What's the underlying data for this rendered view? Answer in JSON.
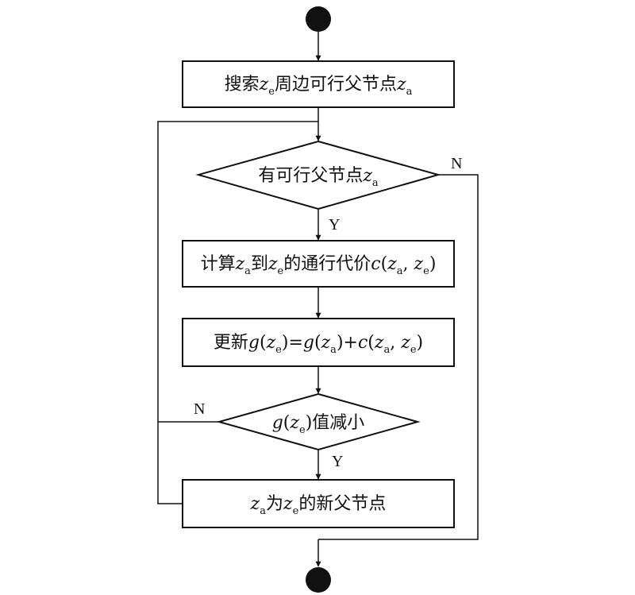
{
  "nodes": {
    "search": {
      "prefix": "搜索",
      "var1": "z",
      "sub1": "e",
      "middle": "周边可行父节点",
      "var2": "z",
      "sub2": "a"
    },
    "has_parent": {
      "prefix": "有可行父节点",
      "var": "z",
      "sub": "a"
    },
    "compute_cost": {
      "prefix": "计算",
      "var1": "z",
      "sub1": "a",
      "to": "到",
      "var2": "z",
      "sub2": "e",
      "middle": "的通行代价",
      "func": "c",
      "open": "(",
      "var3": "z",
      "sub3": "a",
      "comma": ", ",
      "var4": "z",
      "sub4": "e",
      "close": ")"
    },
    "update": {
      "prefix": "更新",
      "g1": "g",
      "open1": "(",
      "var1": "z",
      "sub1": "e",
      "close1": ")=",
      "g2": "g",
      "open2": "(",
      "var2": "z",
      "sub2": "a",
      "close2": ")+",
      "func": "c",
      "open3": "(",
      "var3": "z",
      "sub3": "a",
      "comma": ", ",
      "var4": "z",
      "sub4": "e",
      "close3": ")"
    },
    "decrease": {
      "g": "g",
      "open": "(",
      "var": "z",
      "sub": "e",
      "close": ")",
      "suffix": "值减小"
    },
    "new_parent": {
      "var1": "z",
      "sub1": "a",
      "is": "为",
      "var2": "z",
      "sub2": "e",
      "suffix": "的新父节点"
    }
  },
  "branch_labels": {
    "has_parent_no": "N",
    "has_parent_yes": "Y",
    "decrease_no": "N",
    "decrease_yes": "Y"
  }
}
